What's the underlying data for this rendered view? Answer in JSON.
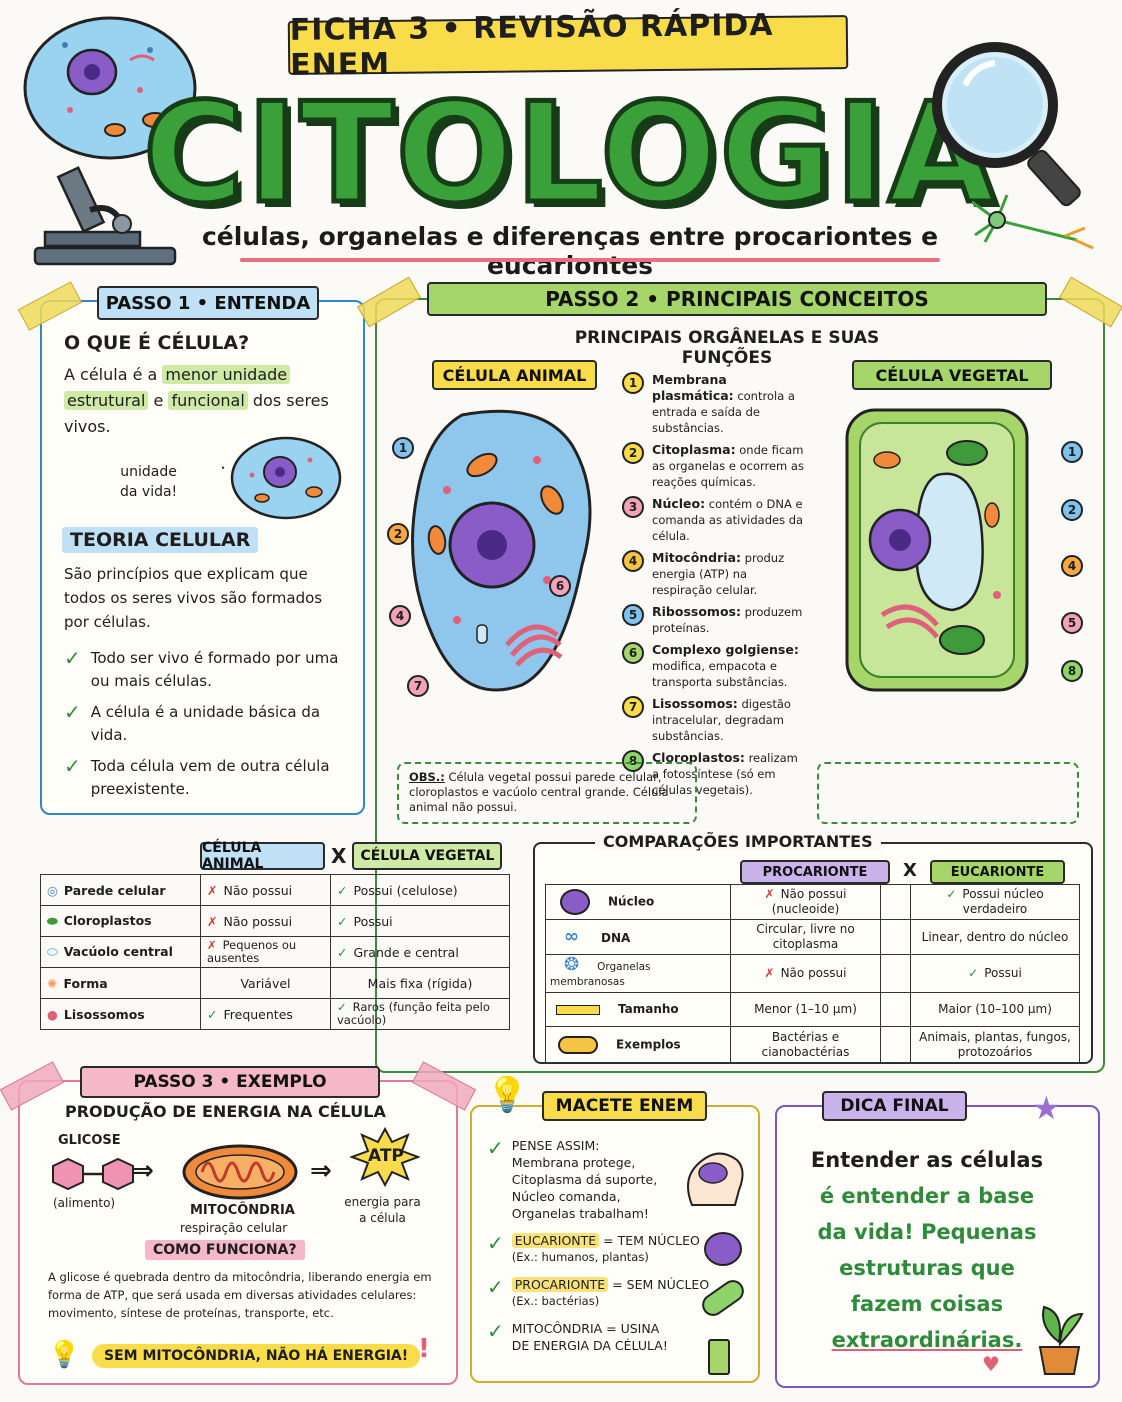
{
  "header": {
    "banner": "FICHA 3 • REVISÃO RÁPIDA ENEM",
    "title": "CITOLOGIA",
    "subtitle": "células, organelas e diferenças entre procariontes e eucariontes"
  },
  "step1": {
    "label": "PASSO 1 • ENTENDA",
    "question": "O QUE É CÉLULA?",
    "def_pre": "A célula é a",
    "def_hl1": "menor unidade",
    "def_hl2": "estrutural",
    "def_mid": "e",
    "def_hl3": "funcional",
    "def_post": "dos",
    "def_end": "seres vivos.",
    "unit_label_1": "unidade",
    "unit_label_2": "da vida!",
    "theory_title": "TEORIA CELULAR",
    "theory_intro": "São princípios que explicam que todos os seres vivos são formados por células.",
    "principles": [
      "Todo ser vivo é formado por uma ou mais células.",
      "A célula é a unidade básica da vida.",
      "Toda célula vem de outra célula preexistente."
    ]
  },
  "step2": {
    "label": "PASSO 2 • PRINCIPAIS CONCEITOS",
    "organelles_title": "PRINCIPAIS ORGÂNELAS E SUAS FUNÇÕES",
    "animal_label": "CÉLULA ANIMAL",
    "plant_label": "CÉLULA VEGETAL",
    "organelles": [
      {
        "n": "1",
        "name": "Membrana plasmática:",
        "desc": "controla a entrada e saída de substâncias.",
        "color": "#7fc3ec"
      },
      {
        "n": "2",
        "name": "Citoplasma:",
        "desc": "onde ficam as organelas e ocorrem as reações químicas.",
        "color": "#f6c445"
      },
      {
        "n": "3",
        "name": "Núcleo:",
        "desc": "contém o DNA e comanda as atividades da célula.",
        "color": "#f3a3b8"
      },
      {
        "n": "4",
        "name": "Mitocôndria:",
        "desc": "produz energia (ATP) na respiração celular.",
        "color": "#f6c445"
      },
      {
        "n": "5",
        "name": "Ribossomos:",
        "desc": "produzem proteínas.",
        "color": "#7fc3ec"
      },
      {
        "n": "6",
        "name": "Complexo golgiense:",
        "desc": "modifica, empacota e transporta substâncias.",
        "color": "#a6d66a"
      },
      {
        "n": "7",
        "name": "Lisossomos:",
        "desc": "digestão intracelular, degradam substâncias.",
        "color": "#f6c445"
      },
      {
        "n": "8",
        "name": "Cloroplastos:",
        "desc": "realizam a fotossíntese (só em células vegetais).",
        "color": "#8fd46a"
      }
    ],
    "animal_numbers": [
      "1",
      "2",
      "4",
      "6",
      "7"
    ],
    "plant_numbers": [
      "1",
      "2",
      "4",
      "5",
      "8"
    ],
    "obs_label": "OBS.:",
    "obs_text": "Célula vegetal possui parede celular, cloroplastos e vacúolo central grande. Célula animal não possui."
  },
  "compare_cells": {
    "col_animal": "CÉLULA ANIMAL",
    "col_x": "X",
    "col_plant": "CÉLULA VEGETAL",
    "rows": [
      {
        "label": "Parede celular",
        "animal": "Não possui",
        "animal_mark": "x",
        "plant": "Possui (celulose)",
        "plant_mark": "check"
      },
      {
        "label": "Cloroplastos",
        "animal": "Não possui",
        "animal_mark": "x",
        "plant": "Possui",
        "plant_mark": "check"
      },
      {
        "label": "Vacúolo central",
        "animal": "Pequenos ou ausentes",
        "animal_mark": "x",
        "plant": "Grande e central",
        "plant_mark": "check"
      },
      {
        "label": "Forma",
        "animal": "Variável",
        "animal_mark": "",
        "plant": "Mais fixa (rígida)",
        "plant_mark": ""
      },
      {
        "label": "Lisossomos",
        "animal": "Frequentes",
        "animal_mark": "check",
        "plant": "Raros (função feita pelo vacúolo)",
        "plant_mark": "check"
      }
    ]
  },
  "compare_pro": {
    "title": "COMPARAÇÕES IMPORTANTES",
    "col_pro": "PROCARIONTE",
    "col_x": "X",
    "col_euc": "EUCARIONTE",
    "rows": [
      {
        "label": "Núcleo",
        "pro": "Não possui (nucleoide)",
        "pro_mark": "x",
        "euc": "Possui núcleo verdadeiro",
        "euc_mark": "check"
      },
      {
        "label": "DNA",
        "pro": "Circular, livre no citoplasma",
        "pro_mark": "",
        "euc": "Linear, dentro do núcleo",
        "euc_mark": ""
      },
      {
        "label": "Organelas membranosas",
        "pro": "Não possui",
        "pro_mark": "x",
        "euc": "Possui",
        "euc_mark": "check"
      },
      {
        "label": "Tamanho",
        "pro": "Menor (1–10 µm)",
        "pro_mark": "",
        "euc": "Maior (10–100 µm)",
        "euc_mark": ""
      },
      {
        "label": "Exemplos",
        "pro": "Bactérias e cianobactérias",
        "pro_mark": "",
        "euc": "Animais, plantas, fungos, protozoários",
        "euc_mark": ""
      }
    ]
  },
  "step3": {
    "label": "PASSO 3 • EXEMPLO",
    "title": "PRODUÇÃO DE ENERGIA NA CÉLULA",
    "glucose": "GLICOSE",
    "glucose_sub": "(alimento)",
    "mito": "MITOCÔNDRIA",
    "mito_sub": "respiração celular",
    "atp": "ATP",
    "atp_sub": "energia para a célula",
    "how_title": "COMO FUNCIONA?",
    "how_text": "A glicose é quebrada dentro da mitocôndria, liberando energia em forma de ATP, que será usada em diversas atividades celulares: movimento, síntese de proteínas, transporte, etc.",
    "alert": "SEM MITOCÔNDRIA, NÃO HÁ ENERGIA!"
  },
  "macete": {
    "label": "MACETE ENEM",
    "think_title": "PENSE ASSIM:",
    "think_lines": [
      "Membrana protege,",
      "Citoplasma dá suporte,",
      "Núcleo comanda,",
      "Organelas trabalham!"
    ],
    "euc_hl": "EUCARIONTE",
    "euc_rest": "= TEM NÚCLEO",
    "euc_ex": "(Ex.: humanos, plantas)",
    "pro_hl": "PROCARIONTE",
    "pro_rest": "= SEM NÚCLEO",
    "pro_ex": "(Ex.: bactérias)",
    "mito_line1": "MITOCÔNDRIA = USINA",
    "mito_line2": "DE ENERGIA DA CÉLULA!"
  },
  "dica": {
    "label": "DICA FINAL",
    "line1": "Entender as células",
    "line2": "é entender a base",
    "line3": "da vida! Pequenas",
    "line4": "estruturas que",
    "line5": "fazem coisas",
    "line6": "extraordinárias."
  },
  "colors": {
    "blue": "#2f86c9",
    "green": "#3aa03a",
    "yellow": "#f8dc4a",
    "pink": "#f1a9bd",
    "purple": "#7c58b8"
  }
}
